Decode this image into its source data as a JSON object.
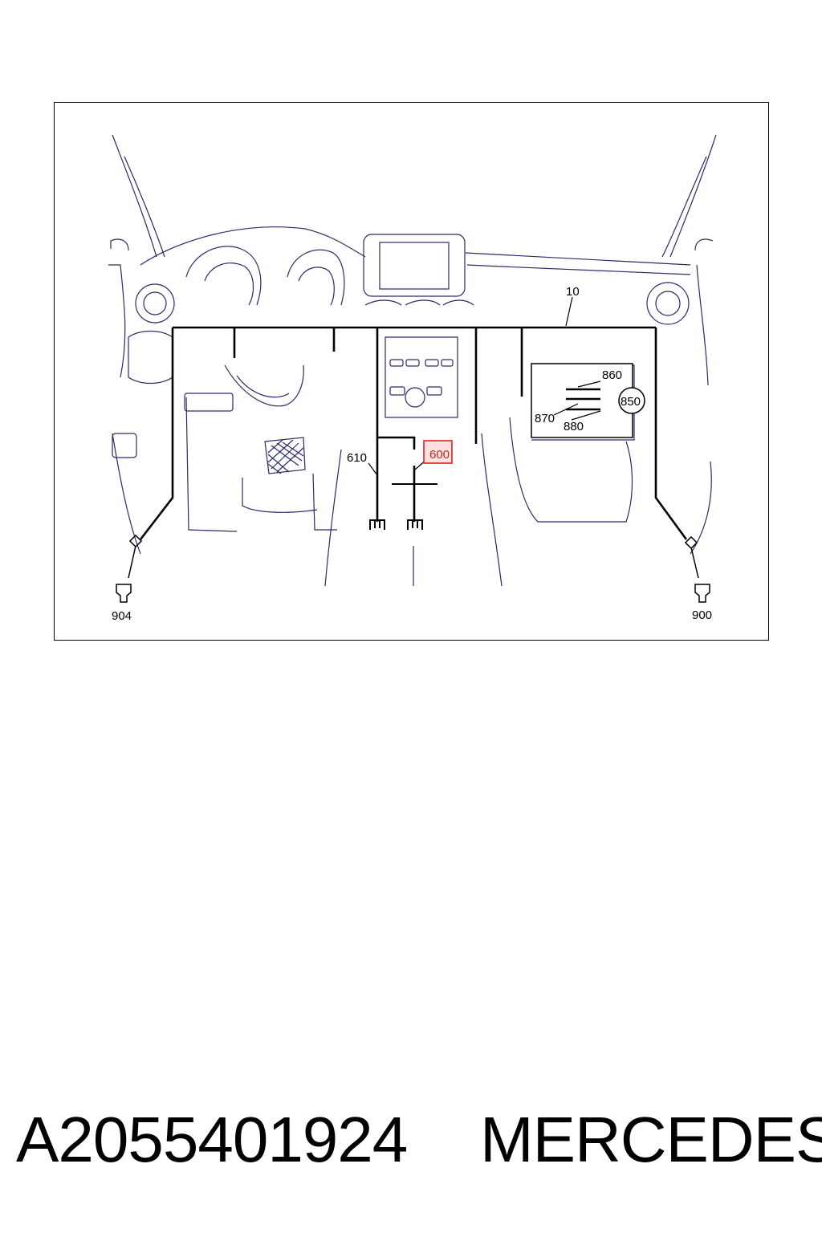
{
  "diagram": {
    "callouts": {
      "c10": "10",
      "c600": "600",
      "c610": "610",
      "c850": "850",
      "c860": "860",
      "c870": "870",
      "c880": "880",
      "c900": "900",
      "c904": "904"
    },
    "highlighted_callout": "600",
    "colors": {
      "harness": "#000000",
      "dashboard_outline": "#2a2a6a",
      "highlight_border": "#e02020",
      "highlight_fill": "#fde0e0"
    }
  },
  "caption": {
    "part_number": "A2055401924",
    "brand": "MERCEDES"
  }
}
